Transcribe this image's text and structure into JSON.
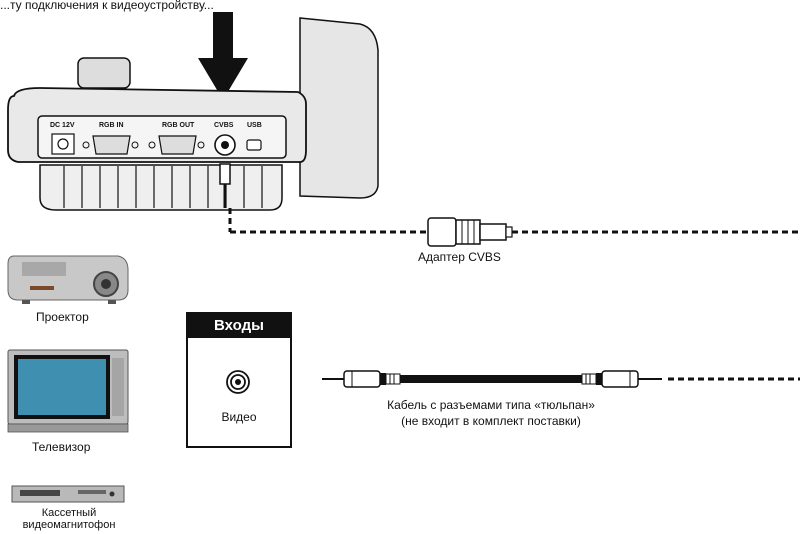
{
  "top_caption": "...ту подключения к видеоустройству...",
  "ports": {
    "dc": "DC 12V",
    "rgb_in": "RGB IN",
    "rgb_out": "RGB OUT",
    "cvbs": "CVBS",
    "usb": "USB"
  },
  "adapter_label": "Адаптер CVBS",
  "devices": {
    "projector": "Проектор",
    "tv": "Телевизор",
    "vcr": "Кассетный видеомагнитофон"
  },
  "inputs_box": {
    "title": "Входы",
    "video_label": "Видео"
  },
  "cable": {
    "line1": "Кабель с разъемами типа «тюльпан»",
    "line2": "(не входит в комплект поставки)"
  },
  "colors": {
    "ink": "#111111",
    "device_gray": "#b9b9b9",
    "screen_blue": "#3f8fb0"
  },
  "icons": [
    "down-arrow-icon",
    "projector-icon",
    "tv-icon",
    "vcr-icon",
    "rca-jack-icon",
    "svideo-adapter-icon",
    "rca-plug-icon"
  ]
}
